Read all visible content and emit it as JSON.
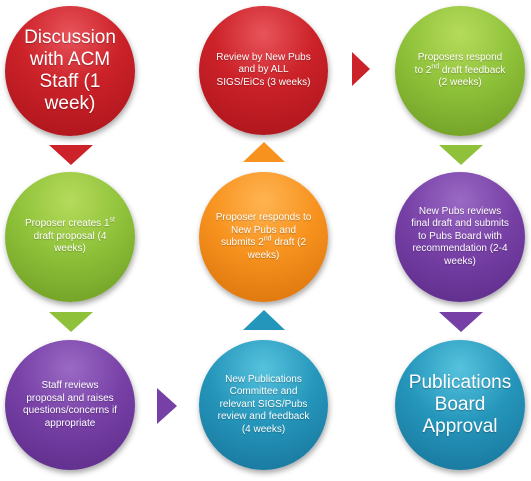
{
  "steps": {
    "discussion": "Discussion with ACM Staff (1 week)",
    "review_new_pubs": "Review by New Pubs and by ALL SIGS/EiCs (3 weeks)",
    "proposers_respond": {
      "a": "Proposers respond to 2",
      "sup": "nd",
      "b": " draft feedback (2 weeks)"
    },
    "proposer_creates": {
      "a": "Proposer creates 1",
      "sup": "st",
      "b": " draft proposal (4 weeks)"
    },
    "proposer_responds": {
      "a": "Proposer responds to New Pubs and submits 2",
      "sup": "nd",
      "b": " draft (2 weeks)"
    },
    "new_pubs_reviews": "New Pubs reviews final draft and submits to Pubs Board with recommendation (2-4 weeks)",
    "staff_reviews": "Staff reviews proposal and raises questions/concerns if appropriate",
    "committee_review": "New Publications Committee and relevant SIGS/Pubs review and feedback (4 weeks)",
    "approval": "Publications Board Approval"
  },
  "colors": {
    "red": "#cc2229",
    "green": "#8fc23a",
    "orange": "#f7921e",
    "purple": "#7740a6",
    "teal": "#2596bb"
  }
}
